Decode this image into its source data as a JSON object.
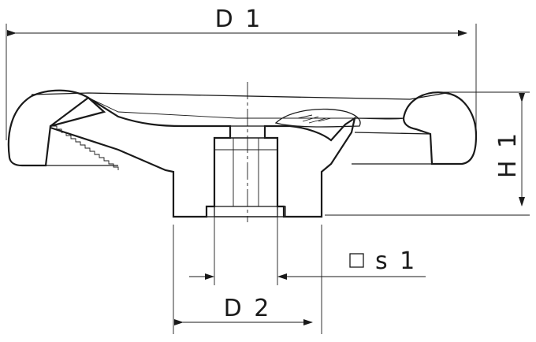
{
  "labels": {
    "d1": "D 1",
    "d2": "D 2",
    "h1": "H 1",
    "s1": "s 1"
  },
  "symbols": {
    "s1_marker": "square-symbol"
  },
  "colors": {
    "line": "#1a1a1a",
    "background": "#ffffff"
  }
}
